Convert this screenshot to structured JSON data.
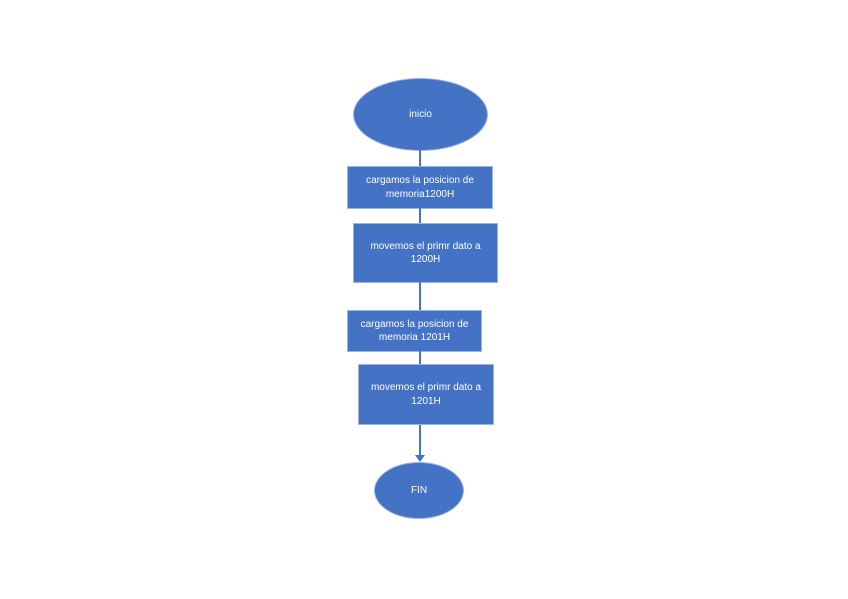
{
  "diagram": {
    "background": "#ffffff",
    "shape_fill": "#4472c4",
    "shape_border": "#9db4e0",
    "connector_color": "#4472c4",
    "text_color": "#ffffff",
    "nodes": [
      {
        "id": "start",
        "shape": "ellipse",
        "label": "inicio"
      },
      {
        "id": "load-1200h",
        "shape": "rect",
        "label": "cargamos la posicion de memoria1200H"
      },
      {
        "id": "move-1200h",
        "shape": "rect",
        "label": "movemos el primr dato a 1200H"
      },
      {
        "id": "load-1201h",
        "shape": "rect",
        "label": "cargamos la posicion de memoria 1201H"
      },
      {
        "id": "move-1201h",
        "shape": "rect",
        "label": "movemos el primr dato a 1201H"
      },
      {
        "id": "end",
        "shape": "ellipse",
        "label": "FIN"
      }
    ],
    "edges": [
      {
        "from": "start",
        "to": "load-1200h",
        "arrow": false
      },
      {
        "from": "load-1200h",
        "to": "move-1200h",
        "arrow": false
      },
      {
        "from": "move-1200h",
        "to": "load-1201h",
        "arrow": false
      },
      {
        "from": "load-1201h",
        "to": "move-1201h",
        "arrow": false
      },
      {
        "from": "move-1201h",
        "to": "end",
        "arrow": true
      }
    ]
  }
}
